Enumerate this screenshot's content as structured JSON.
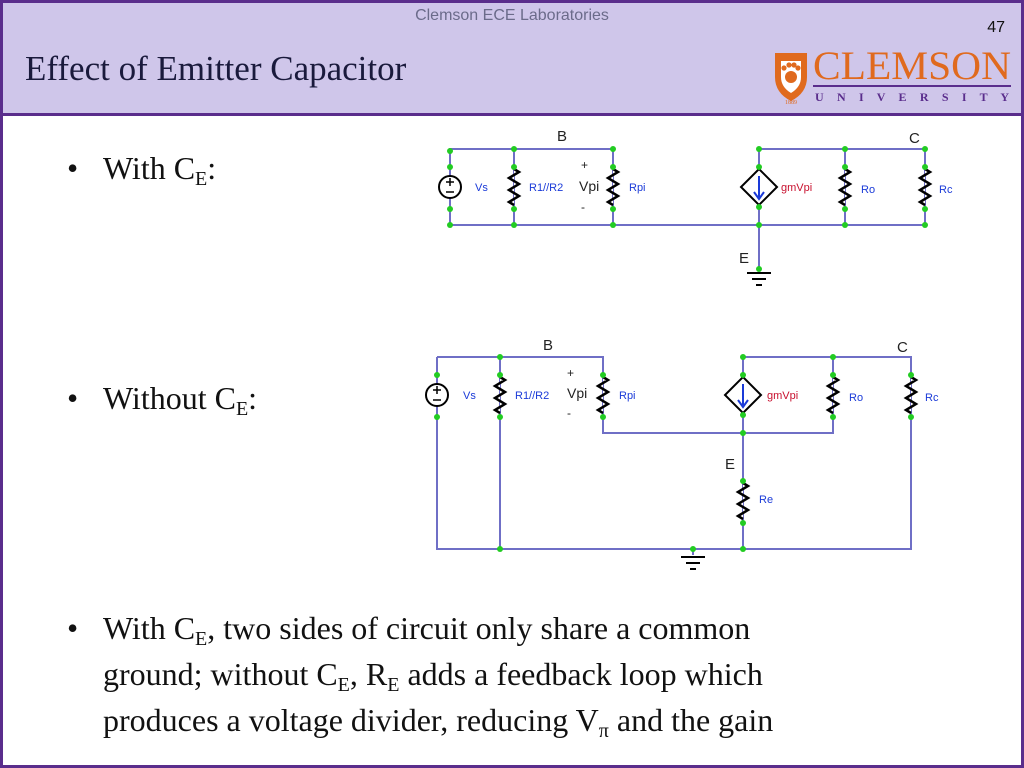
{
  "header": {
    "lab_name": "Clemson ECE Laboratories",
    "page_number": "47",
    "title": "Effect of Emitter Capacitor",
    "logo": {
      "main": "CLEMSON",
      "sub": "U N I V E R S I T Y",
      "year": "1889"
    }
  },
  "bullets": [
    {
      "prefix": "With C",
      "sub": "E",
      "suffix": ":"
    },
    {
      "prefix": "Without C",
      "sub": "E",
      "suffix": ":"
    },
    {
      "line1_a": "With C",
      "line1_sub": "E",
      "line1_b": ", two sides of circuit only share a common",
      "line2_a": "ground; without C",
      "line2_sub1": "E",
      "line2_b": ", R",
      "line2_sub2": "E",
      "line2_c": " adds a feedback loop which",
      "line3_a": "produces a voltage divider, reducing V",
      "line3_sub": "π",
      "line3_b": " and the gain"
    }
  ],
  "circuit1": {
    "node_b": "B",
    "node_c": "C",
    "node_e": "E",
    "vs": "Vs",
    "r12": "R1//R2",
    "plus": "+",
    "minus": "-",
    "vpi": "Vpi",
    "rpi": "Rpi",
    "gm": "gmVpi",
    "ro": "Ro",
    "rc": "Rc"
  },
  "circuit2": {
    "node_b": "B",
    "node_c": "C",
    "node_e": "E",
    "vs": "Vs",
    "r12": "R1//R2",
    "plus": "+",
    "minus": "-",
    "vpi": "Vpi",
    "rpi": "Rpi",
    "gm": "gmVpi",
    "ro": "Ro",
    "rc": "Rc",
    "re": "Re"
  },
  "colors": {
    "accent": "#5a2d8c",
    "header_bg": "#cfc6ea",
    "wire": "#6f6fc6",
    "node": "#22cc22",
    "clemson_orange": "#e06a1e"
  }
}
